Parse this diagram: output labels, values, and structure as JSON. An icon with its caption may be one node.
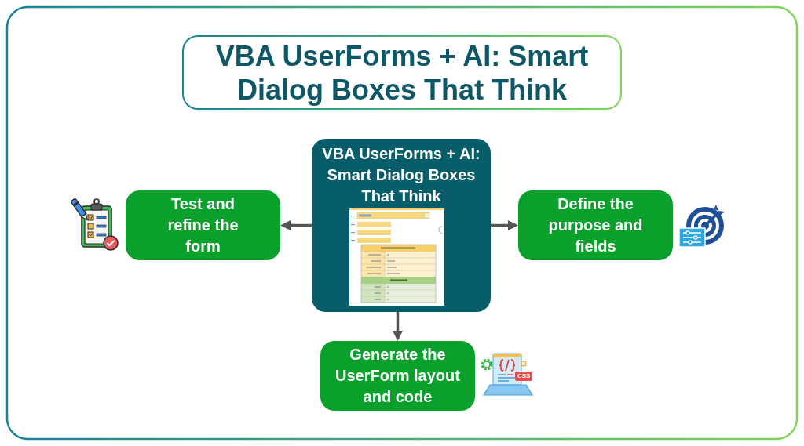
{
  "diagram": {
    "title": "VBA UserForms + AI: Smart Dialog Boxes That Think",
    "nodes": [
      {
        "text": [
          "VBA UserForms + AI: Smart Dialog Boxes That Think"
        ]
      },
      {
        "text": [
          "Test and refine the form"
        ]
      },
      {
        "text": [
          "Define the purpose and fields"
        ]
      },
      {
        "text": [
          "Generate the UserForm layout and code"
        ]
      }
    ],
    "edges": [
      {
        "from": 0,
        "to": 1,
        "arrow": "to"
      },
      {
        "from": 0,
        "to": 2,
        "arrow": "to"
      },
      {
        "from": 0,
        "to": 3,
        "arrow": "to"
      }
    ],
    "labels": [
      "CSS"
    ]
  }
}
